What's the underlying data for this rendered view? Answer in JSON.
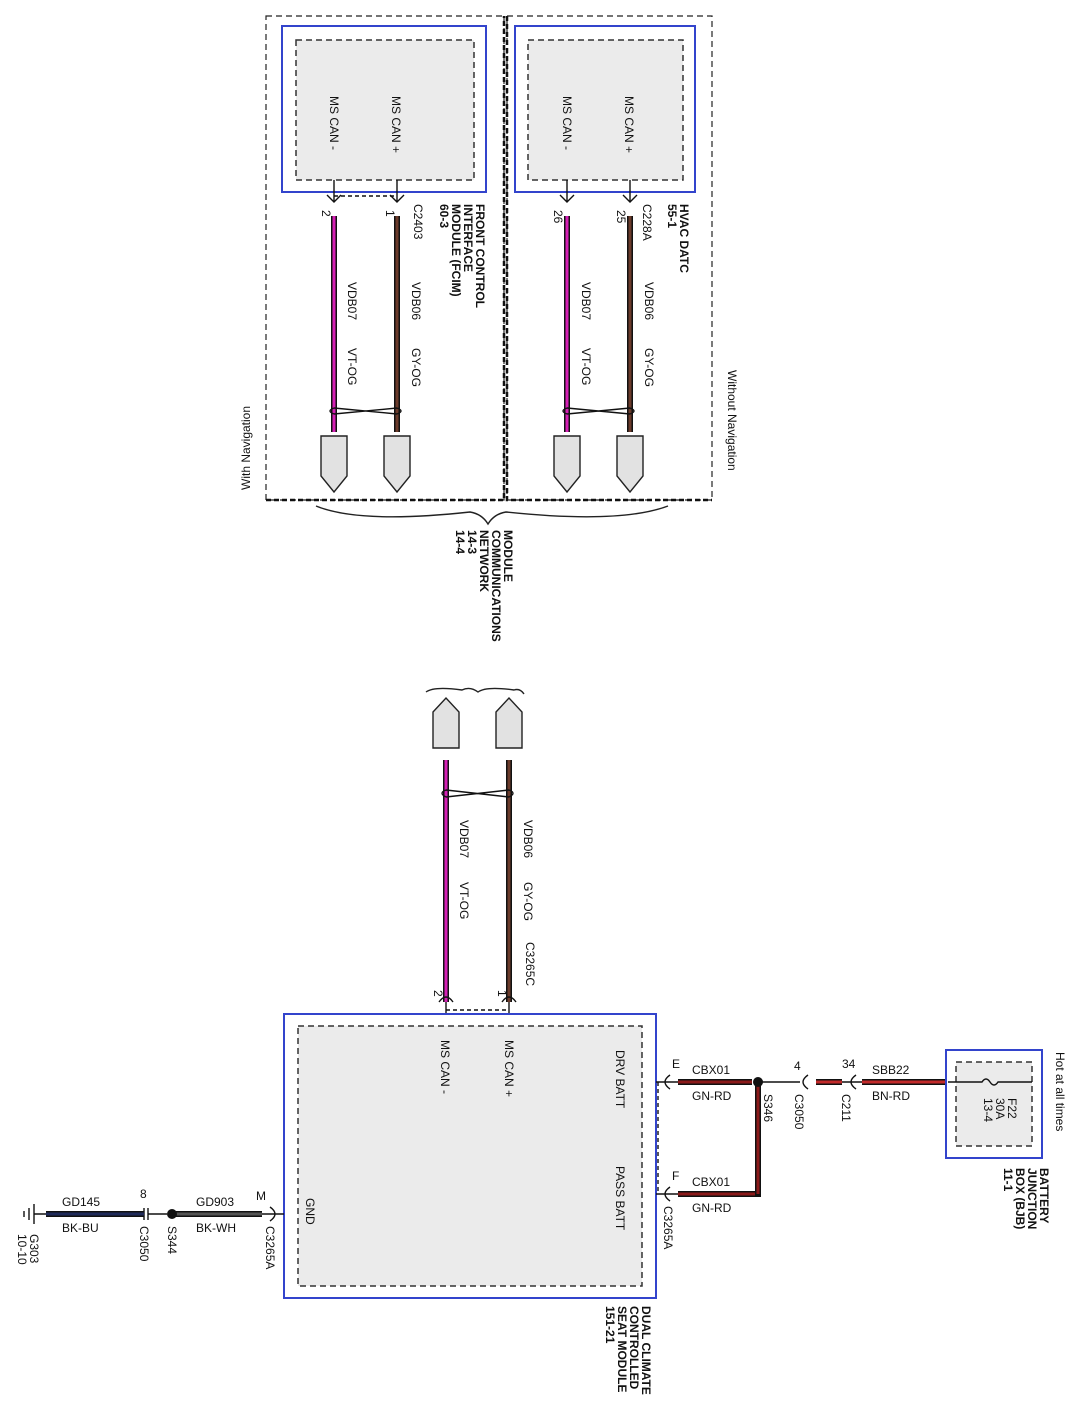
{
  "colors": {
    "vt_og": "#d41fb4",
    "gy_og": "#6b3b2b",
    "gn_rd": "#8b1a1a",
    "bn_rd": "#c22a2a",
    "bk_bu": "#1f2a5a",
    "bk_wh": "#555555",
    "module_border": "#3344cc",
    "module_fill": "#ebebeb"
  },
  "top_section": {
    "with_navigation": {
      "region_label": "With Navigation",
      "module": {
        "name_lines": [
          "FRONT CONTROL",
          "INTERFACE",
          "MODULE (FCIM)",
          "60-3"
        ],
        "connector": "C2403",
        "pins": [
          {
            "pin": "1",
            "signal": "MS CAN +",
            "circuit": "VDB06",
            "color_code": "GY-OG"
          },
          {
            "pin": "2",
            "signal": "MS CAN -",
            "circuit": "VDB07",
            "color_code": "VT-OG"
          }
        ]
      }
    },
    "without_navigation": {
      "region_label": "Without Navigation",
      "module": {
        "name_lines": [
          "HVAC DATC",
          "55-1"
        ],
        "connector": "C228A",
        "pins": [
          {
            "pin": "25",
            "signal": "MS CAN +",
            "circuit": "VDB06",
            "color_code": "GY-OG"
          },
          {
            "pin": "26",
            "signal": "MS CAN -",
            "circuit": "VDB07",
            "color_code": "VT-OG"
          }
        ]
      }
    },
    "network_ref": [
      "MODULE",
      "COMMUNICATIONS",
      "NETWORK",
      "14-3",
      "14-4"
    ]
  },
  "middle_section": {
    "wires": [
      {
        "circuit": "VDB06",
        "color_code": "GY-OG"
      },
      {
        "circuit": "VDB07",
        "color_code": "VT-OG"
      }
    ],
    "connector": "C3265C",
    "pins": [
      "1",
      "2"
    ]
  },
  "seat_module": {
    "name_lines": [
      "DUAL CLIMATE",
      "CONTROLLED",
      "SEAT MODULE",
      "151-21"
    ],
    "pins": {
      "ms_can_plus": "MS CAN +",
      "ms_can_minus": "MS CAN -",
      "drv_batt": "DRV BATT",
      "pass_batt": "PASS BATT",
      "gnd": "GND"
    },
    "connector_a": "C3265A",
    "pin_e": "E",
    "pin_f": "F",
    "pin_m": "M"
  },
  "power": {
    "hot_label": "Hot at all times",
    "bjb_lines": [
      "BATTERY",
      "JUNCTION",
      "BOX (BJB)",
      "11-1"
    ],
    "fuse_lines": [
      "F22",
      "30A",
      "13-4"
    ],
    "feed_circuit": "SBB22",
    "feed_color": "BN-RD",
    "c211": "C211",
    "c211_pin": "34",
    "c3050": "C3050",
    "c3050_pin": "4",
    "splice": "S346",
    "branch_circuit": "CBX01",
    "branch_color": "GN-RD"
  },
  "ground": {
    "wire1_circuit": "GD903",
    "wire1_color": "BK-WH",
    "splice": "S344",
    "connector": "C3050",
    "connector_pin": "8",
    "wire2_circuit": "GD145",
    "wire2_color": "BK-BU",
    "ground_point": "G303",
    "ground_ref": "10-10"
  }
}
